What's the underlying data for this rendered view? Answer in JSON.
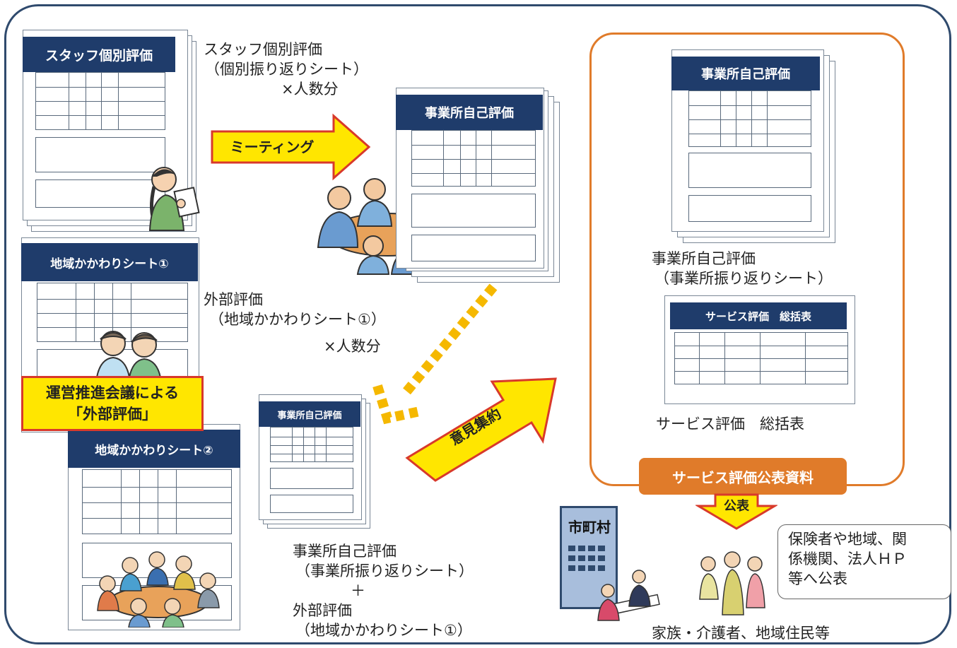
{
  "sheets": {
    "staff_title": "スタッフ個別評価",
    "office_title": "事業所自己評価",
    "community1_title": "地域かかわりシート①",
    "community2_title": "地域かかわりシート②",
    "summary_title": "サービス評価　総括表"
  },
  "captions": {
    "staff_line1": "スタッフ個別評価",
    "staff_line2": "（個別振り返りシート）",
    "staff_line3": "×人数分",
    "external_line1": "外部評価",
    "external_line2": "（地域かかわりシート①）",
    "external_line3": "×人数分",
    "office_right_line1": "事業所自己評価",
    "office_right_line2": "（事業所振り返りシート）",
    "summary_caption": "サービス評価　総括表",
    "bottom_line1": "事業所自己評価",
    "bottom_line2": "（事業所振り返りシート）",
    "bottom_plus": "＋",
    "bottom_line3": "外部評価",
    "bottom_line4": "（地域かかわりシート①）",
    "family_caption": "家族・介護者、地域住民等"
  },
  "arrows": {
    "meeting": "ミーティング",
    "opinion": "意見集約",
    "publish": "公表"
  },
  "labels": {
    "steering_line1": "運営推進会議による",
    "steering_line2": "「外部評価」",
    "public_material": "サービス評価公表資料",
    "city": "市町村",
    "publish_note_line1": "保険者や地域、関",
    "publish_note_line2": "係機関、法人ＨＰ",
    "publish_note_line3": "等へ公表"
  },
  "colors": {
    "navy": "#1f3c6b",
    "orange": "#e07b2a",
    "yellow": "#ffe600",
    "red_border": "#d8392b",
    "dotted_arrow": "#f5b800"
  }
}
